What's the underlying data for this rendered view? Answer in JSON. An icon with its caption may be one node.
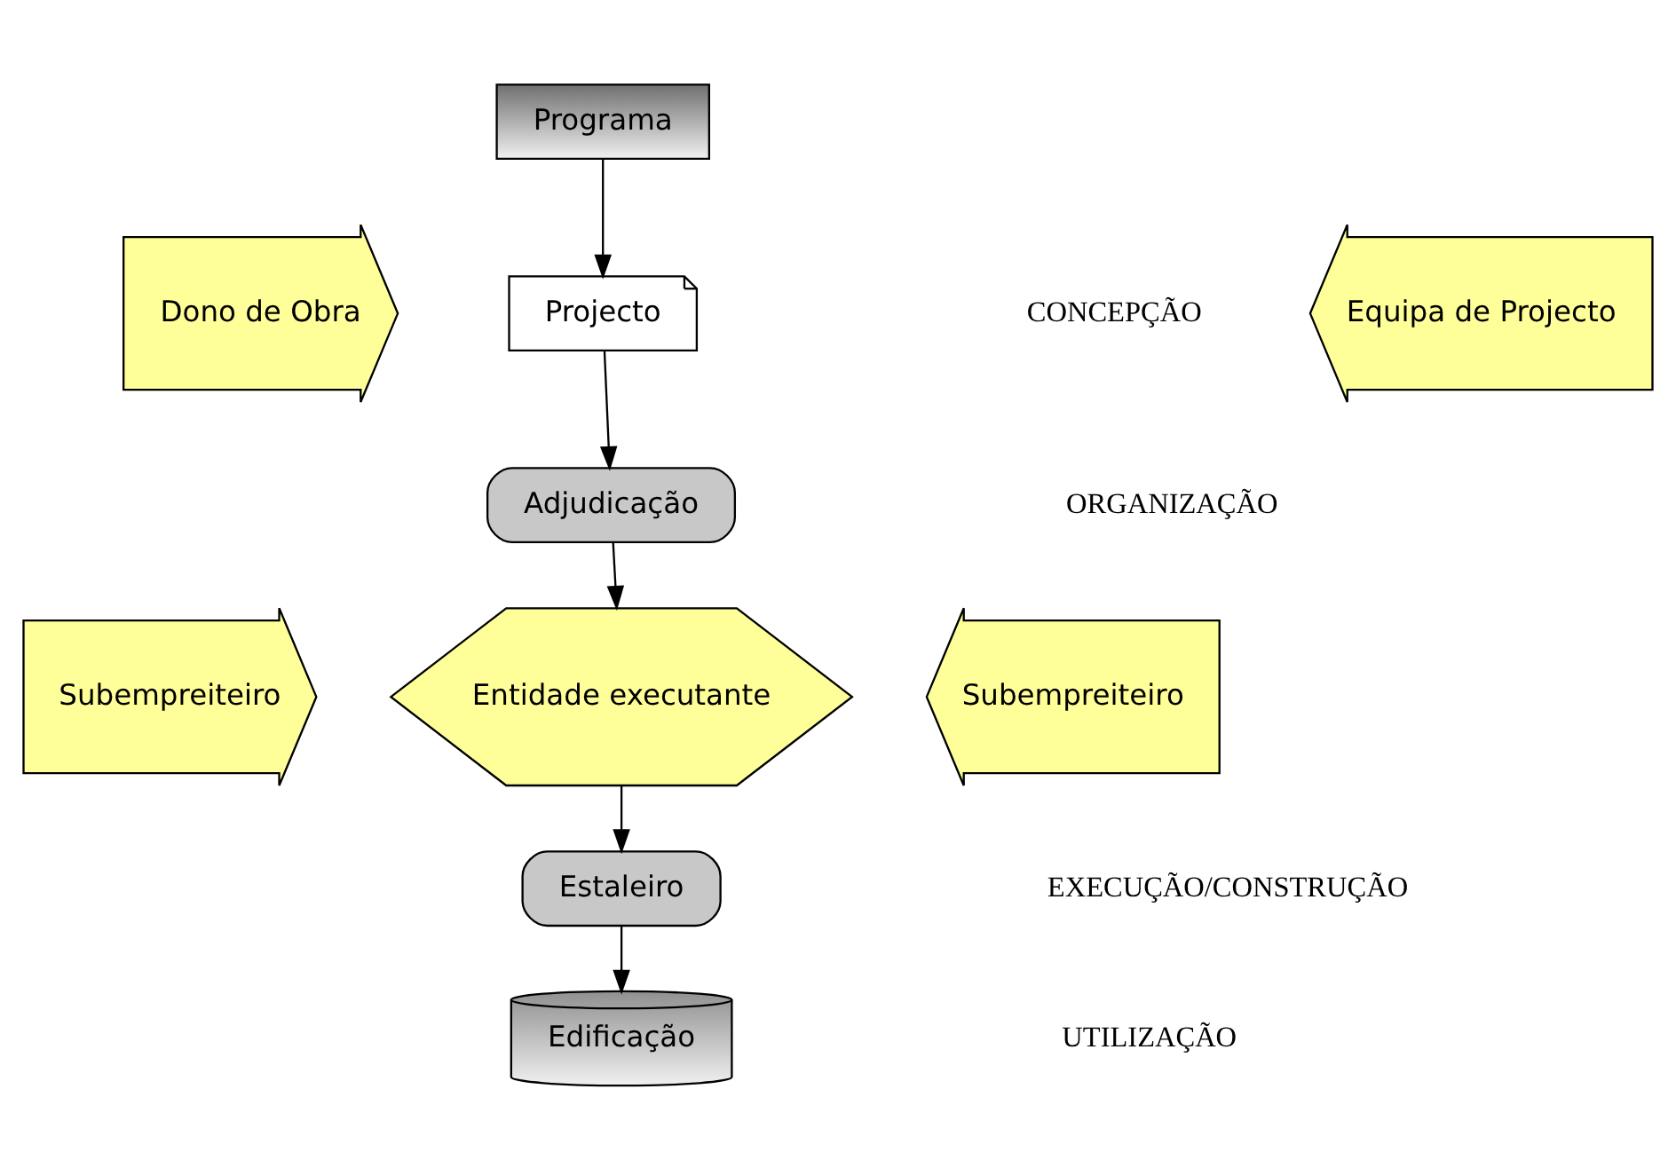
{
  "diagram": {
    "nodes": [
      {
        "text": [
          "Programa"
        ]
      },
      {
        "text": [
          "Projecto"
        ]
      },
      {
        "text": [
          "Adjudicação"
        ]
      },
      {
        "text": [
          "Entidade executante"
        ]
      },
      {
        "text": [
          "Estaleiro"
        ]
      },
      {
        "text": [
          "Edificação"
        ]
      },
      {
        "text": [
          "Dono de Obra"
        ]
      },
      {
        "text": [
          "Equipa de Projecto"
        ]
      },
      {
        "text": [
          "Subempreiteiro"
        ]
      },
      {
        "text": [
          "Subempreiteiro"
        ]
      }
    ],
    "edges": [
      {
        "from": 0,
        "to": 1,
        "arrow": "to"
      },
      {
        "from": 1,
        "to": 2,
        "arrow": "to"
      },
      {
        "from": 2,
        "to": 3,
        "arrow": "to"
      },
      {
        "from": 3,
        "to": 4,
        "arrow": "to"
      },
      {
        "from": 4,
        "to": 5,
        "arrow": "to"
      }
    ],
    "labels": [
      "CONCEPÇÃO",
      "ORGANIZAÇÃO",
      "EXECUÇÃO/CONSTRUÇÃO",
      "UTILIZAÇÃO"
    ]
  }
}
